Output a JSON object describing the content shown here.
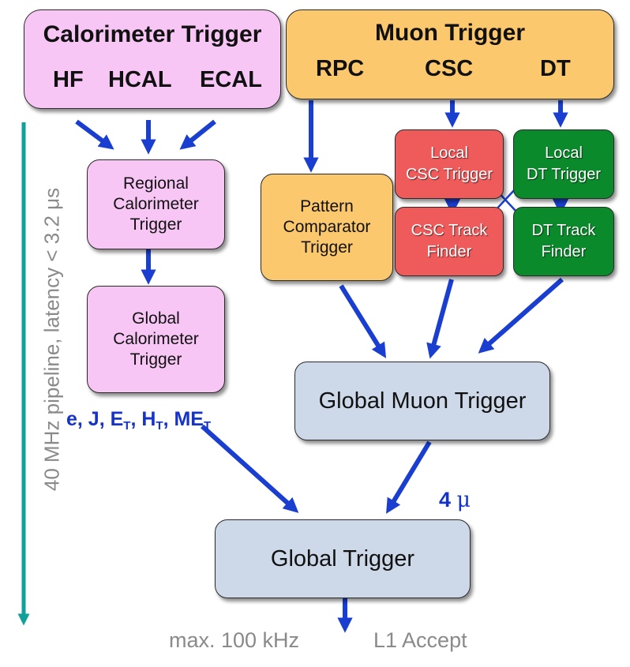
{
  "calorimeter": {
    "title": "Calorimeter Trigger",
    "subs": [
      "HF",
      "HCAL",
      "ECAL"
    ]
  },
  "muon": {
    "title": "Muon Trigger",
    "subs": [
      "RPC",
      "CSC",
      "DT"
    ]
  },
  "regional_cal": {
    "lines": [
      "Regional",
      "Calorimeter",
      "Trigger"
    ]
  },
  "global_cal": {
    "lines": [
      "Global",
      "Calorimeter",
      "Trigger"
    ]
  },
  "pattern": {
    "lines": [
      "Pattern",
      "Comparator",
      "Trigger"
    ]
  },
  "local_csc": {
    "lines": [
      "Local",
      "CSC Trigger"
    ]
  },
  "local_dt": {
    "lines": [
      "Local",
      "DT Trigger"
    ]
  },
  "csc_tf": {
    "lines": [
      "CSC Track",
      "Finder"
    ]
  },
  "dt_tf": {
    "lines": [
      "DT Track",
      "Finder"
    ]
  },
  "global_muon": {
    "label": "Global Muon Trigger"
  },
  "global_trigger": {
    "label": "Global Trigger"
  },
  "outputs": {
    "e": "e, J, E",
    "sub1": "T",
    "h": ", H",
    "sub2": "T",
    "me": ", ME",
    "sub3": "T"
  },
  "four_mu": {
    "num": "4 ",
    "mu": "μ"
  },
  "latency": "40 MHz pipeline,  latency < 3.2 μs",
  "rate": "max. 100 kHz",
  "accept": "L1 Accept",
  "colors": {
    "arrow_blue": "#1a3fd0",
    "timeline_teal": "#12a19a",
    "pink": "#f7c6f5",
    "orange": "#fbc86e",
    "red": "#ef5a5a",
    "green": "#0b8a2c",
    "steel": "#cdd9e8"
  }
}
